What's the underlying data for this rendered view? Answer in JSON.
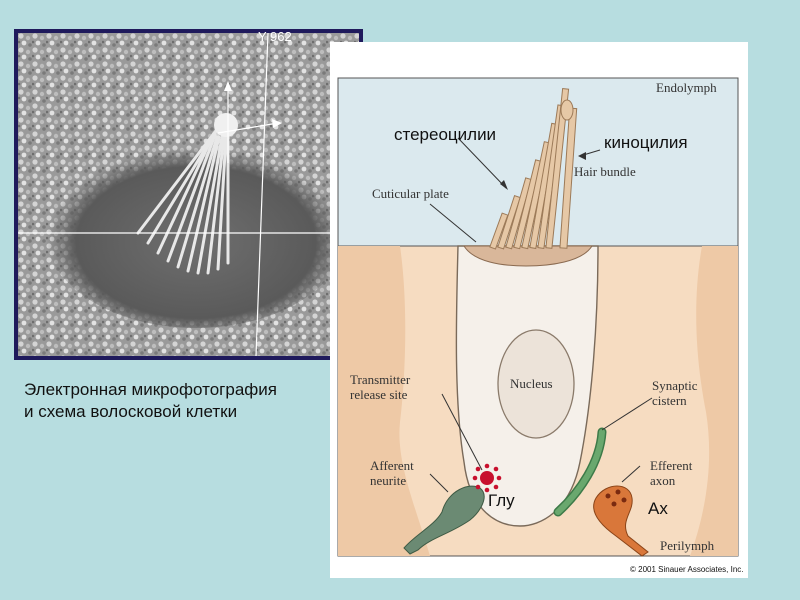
{
  "micrograph": {
    "corner_label": "Y 962"
  },
  "caption": {
    "line1": "Электронная микрофотография",
    "line2": "и схема волосковой клетки"
  },
  "diagram": {
    "endolymph": "Endolymph",
    "perilymph": "Perilymph",
    "stereocilia": "стереоцилии",
    "kinocilium": "киноцилия",
    "hair_bundle": "Hair bundle",
    "cuticular_plate": "Cuticular plate",
    "nucleus": "Nucleus",
    "transmitter_line1": "Transmitter",
    "transmitter_line2": "release site",
    "synaptic_line1": "Synaptic",
    "synaptic_line2": "cistern",
    "afferent_line1": "Afferent",
    "afferent_line2": "neurite",
    "efferent_line1": "Efferent",
    "efferent_line2": "axon",
    "glu": "Глу",
    "ach": "Ах",
    "copyright": "© 2001 Sinauer Associates, Inc."
  },
  "colors": {
    "background": "#b7dde0",
    "endolymph": "#dbe9ee",
    "perilymph": "#f6dcc1",
    "cell_body": "#f5f0ea",
    "afferent_terminal": "#6b8a73",
    "efferent_terminal": "#d9773a",
    "synaptic_cistern": "#6aa86e",
    "release_site": "#c8102e",
    "cilia": "#e6c8a6"
  }
}
